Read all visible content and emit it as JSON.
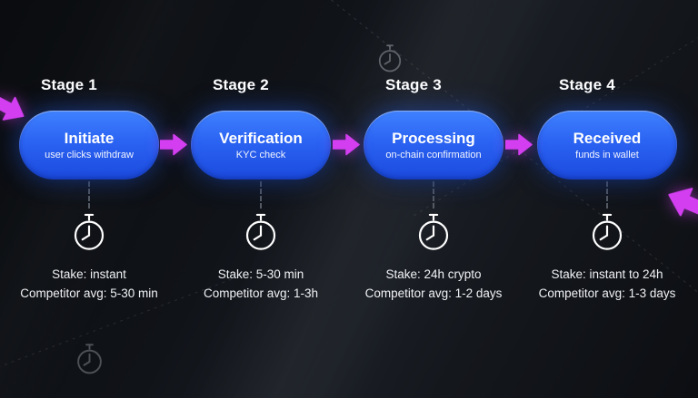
{
  "stages": [
    {
      "label": "Stage 1",
      "title": "Initiate",
      "subtitle": "user clicks withdraw",
      "stake": "Stake: instant",
      "competitor": "Competitor avg: 5-30 min"
    },
    {
      "label": "Stage 2",
      "title": "Verification",
      "subtitle": "KYC check",
      "stake": "Stake: 5-30 min",
      "competitor": "Competitor avg: 1-3h"
    },
    {
      "label": "Stage 3",
      "title": "Processing",
      "subtitle": "on-chain confirmation",
      "stake": "Stake: 24h crypto",
      "competitor": "Competitor avg: 1-2 days"
    },
    {
      "label": "Stage 4",
      "title": "Received",
      "subtitle": "funds in wallet",
      "stake": "Stake: instant to 24h",
      "competitor": "Competitor avg: 1-3 days"
    }
  ],
  "colors": {
    "background": "#101318",
    "pill_gradient_top": "#3f82ff",
    "pill_gradient_bottom": "#1b4ade",
    "pill_glow": "#2b68ff",
    "arrow": "#d23ef0",
    "text": "#ffffff",
    "muted_line": "#565b63"
  },
  "icons": {
    "stopwatch": "stopwatch-icon",
    "flow_arrow": "arrow-right-icon",
    "incoming_arrow": "incoming-arrow-icon",
    "return_arrow": "return-arrow-icon"
  }
}
